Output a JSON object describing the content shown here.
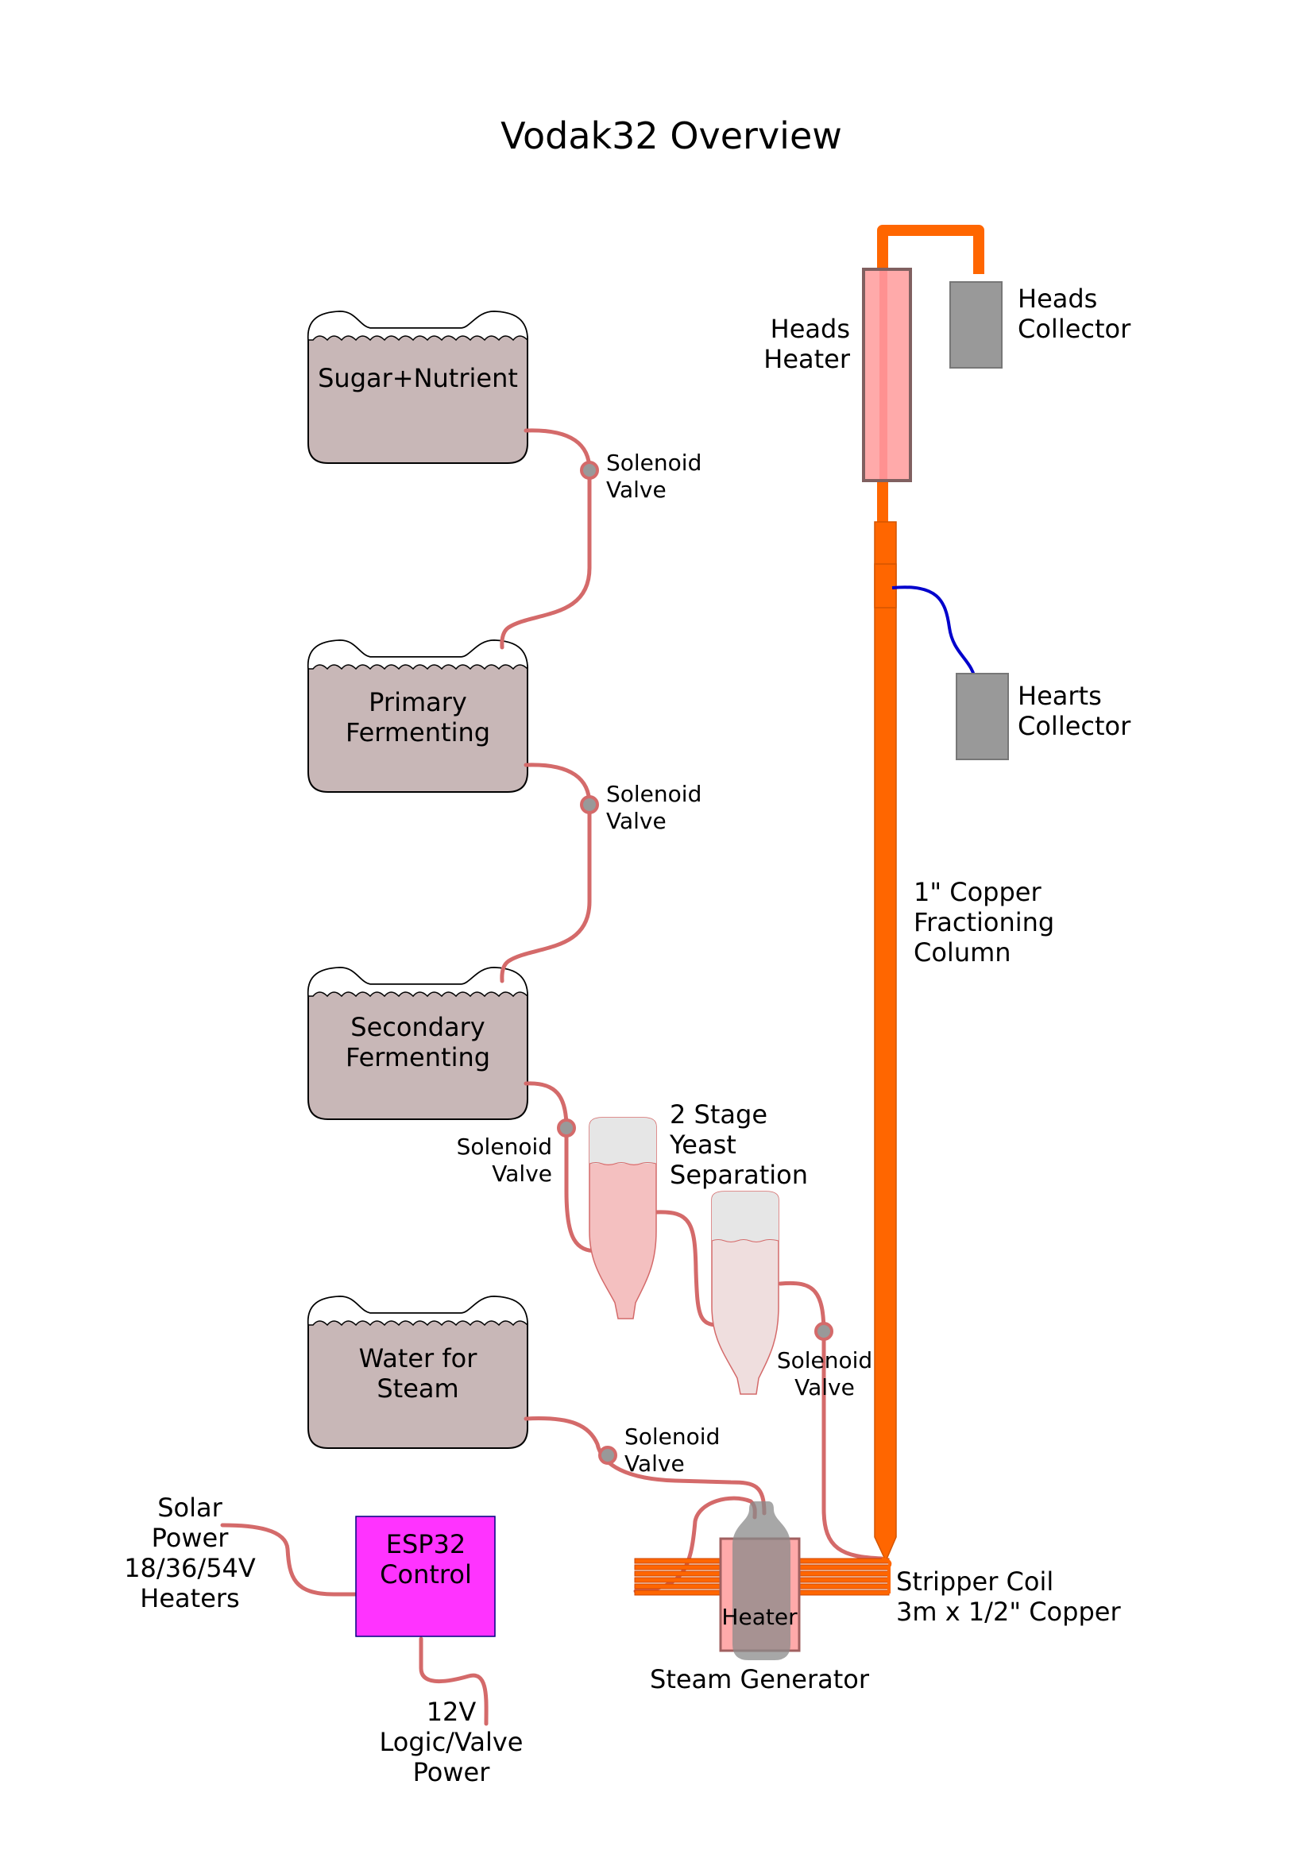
{
  "title": "Vodak32 Overview",
  "tanks": {
    "sugar": "Sugar+Nutrient",
    "primary": [
      "Primary",
      "Fermenting"
    ],
    "secondary": [
      "Secondary",
      "Fermenting"
    ],
    "water": [
      "Water for",
      "Steam"
    ]
  },
  "valves": {
    "v1": [
      "Solenoid",
      "Valve"
    ],
    "v2": [
      "Solenoid",
      "Valve"
    ],
    "v3": [
      "Solenoid",
      "Valve"
    ],
    "v4": [
      "Solenoid",
      "Valve"
    ],
    "v5": [
      "Solenoid",
      "Valve"
    ]
  },
  "yeast_separation": [
    "2 Stage",
    "Yeast",
    "Separation"
  ],
  "heads_heater": [
    "Heads",
    "Heater"
  ],
  "heads_collector": [
    "Heads",
    "Collector"
  ],
  "hearts_collector": [
    "Hearts",
    "Collector"
  ],
  "column": [
    "1\" Copper",
    "Fractioning",
    "Column"
  ],
  "stripper": [
    "Stripper Coil",
    "3m x 1/2\" Copper"
  ],
  "heater": "Heater",
  "steam_generator": "Steam Generator",
  "esp32": [
    "ESP32",
    "Control"
  ],
  "solar": [
    "Solar",
    "Power",
    "18/36/54V",
    "Heaters"
  ],
  "logic": [
    "12V",
    "Logic/Valve",
    "Power"
  ],
  "colors": {
    "tank_fill": "#c8b7b7",
    "pipe": "#d46a6a",
    "copper": "#ff6600",
    "esp32": "#ff33ff",
    "collector": "#999999",
    "hearts_line": "#0000cc",
    "heater_fill": "#ffaaaa"
  }
}
